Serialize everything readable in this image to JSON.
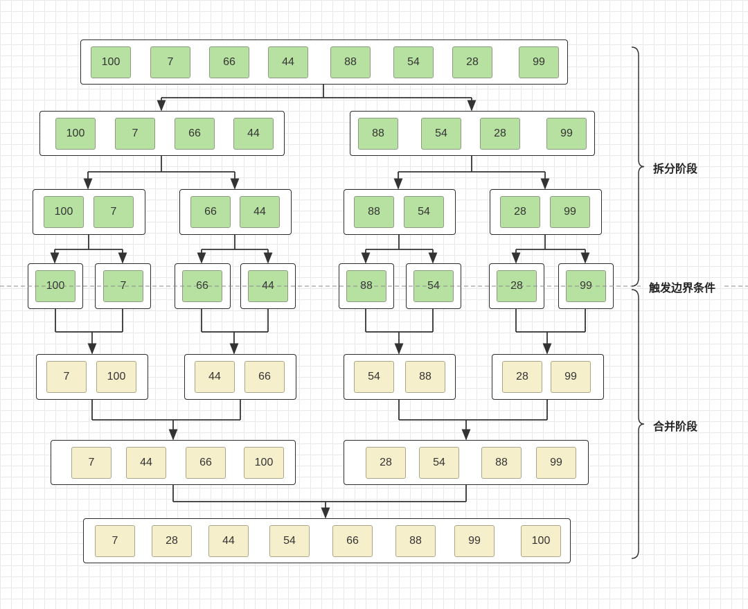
{
  "split_phase_label": "拆分阶段",
  "boundary_label": "触发边界条件",
  "merge_phase_label": "合并阶段",
  "colors": {
    "split_cell": "#b7e1a1",
    "merge_cell": "#f6efcb",
    "line": "#333333"
  },
  "levels": [
    {
      "phase": "split",
      "groups": [
        {
          "values": [
            100,
            7,
            66,
            44,
            88,
            54,
            28,
            99
          ]
        }
      ]
    },
    {
      "phase": "split",
      "groups": [
        {
          "values": [
            100,
            7,
            66,
            44
          ]
        },
        {
          "values": [
            88,
            54,
            28,
            99
          ]
        }
      ]
    },
    {
      "phase": "split",
      "groups": [
        {
          "values": [
            100,
            7
          ]
        },
        {
          "values": [
            66,
            44
          ]
        },
        {
          "values": [
            88,
            54
          ]
        },
        {
          "values": [
            28,
            99
          ]
        }
      ]
    },
    {
      "phase": "split",
      "groups": [
        {
          "values": [
            100
          ]
        },
        {
          "values": [
            7
          ]
        },
        {
          "values": [
            66
          ]
        },
        {
          "values": [
            44
          ]
        },
        {
          "values": [
            88
          ]
        },
        {
          "values": [
            54
          ]
        },
        {
          "values": [
            28
          ]
        },
        {
          "values": [
            99
          ]
        }
      ]
    },
    {
      "phase": "merge",
      "groups": [
        {
          "values": [
            7,
            100
          ]
        },
        {
          "values": [
            44,
            66
          ]
        },
        {
          "values": [
            54,
            88
          ]
        },
        {
          "values": [
            28,
            99
          ]
        }
      ]
    },
    {
      "phase": "merge",
      "groups": [
        {
          "values": [
            7,
            44,
            66,
            100
          ]
        },
        {
          "values": [
            28,
            54,
            88,
            99
          ]
        }
      ]
    },
    {
      "phase": "merge",
      "groups": [
        {
          "values": [
            7,
            28,
            44,
            54,
            66,
            88,
            99,
            100
          ]
        }
      ]
    }
  ]
}
